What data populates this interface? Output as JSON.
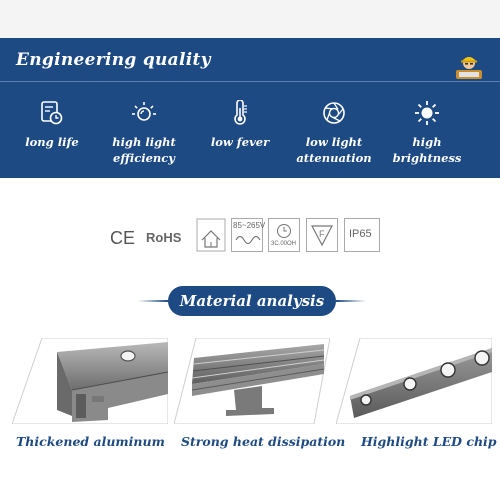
{
  "banner": {
    "title": "Engineering quality",
    "bg_color": "#1d4a82",
    "badge_icon": "engineer-worker-icon",
    "features": [
      {
        "icon": "clock-document-icon",
        "label_line1": "long life",
        "label_line2": ""
      },
      {
        "icon": "light-bulb-rays-icon",
        "label_line1": "high light",
        "label_line2": "efficiency"
      },
      {
        "icon": "thermometer-icon",
        "label_line1": "low fever",
        "label_line2": ""
      },
      {
        "icon": "aperture-icon",
        "label_line1": "low light",
        "label_line2": "attenuation"
      },
      {
        "icon": "sun-icon",
        "label_line1": "high",
        "label_line2": "brightness"
      }
    ]
  },
  "certifications": {
    "ce": "CE",
    "rohs": "RoHS",
    "voltage": "85~265V",
    "ip_rating": "IP65",
    "symbols": [
      "house-ground-icon",
      "ac-wave-icon",
      "hours-dial-icon",
      "f-triangle-icon"
    ],
    "hours": "3C.00OH"
  },
  "material": {
    "title": "Material analysis",
    "captions": [
      "Thickened aluminum",
      "Strong heat dissipation",
      "Highlight LED chip"
    ]
  }
}
